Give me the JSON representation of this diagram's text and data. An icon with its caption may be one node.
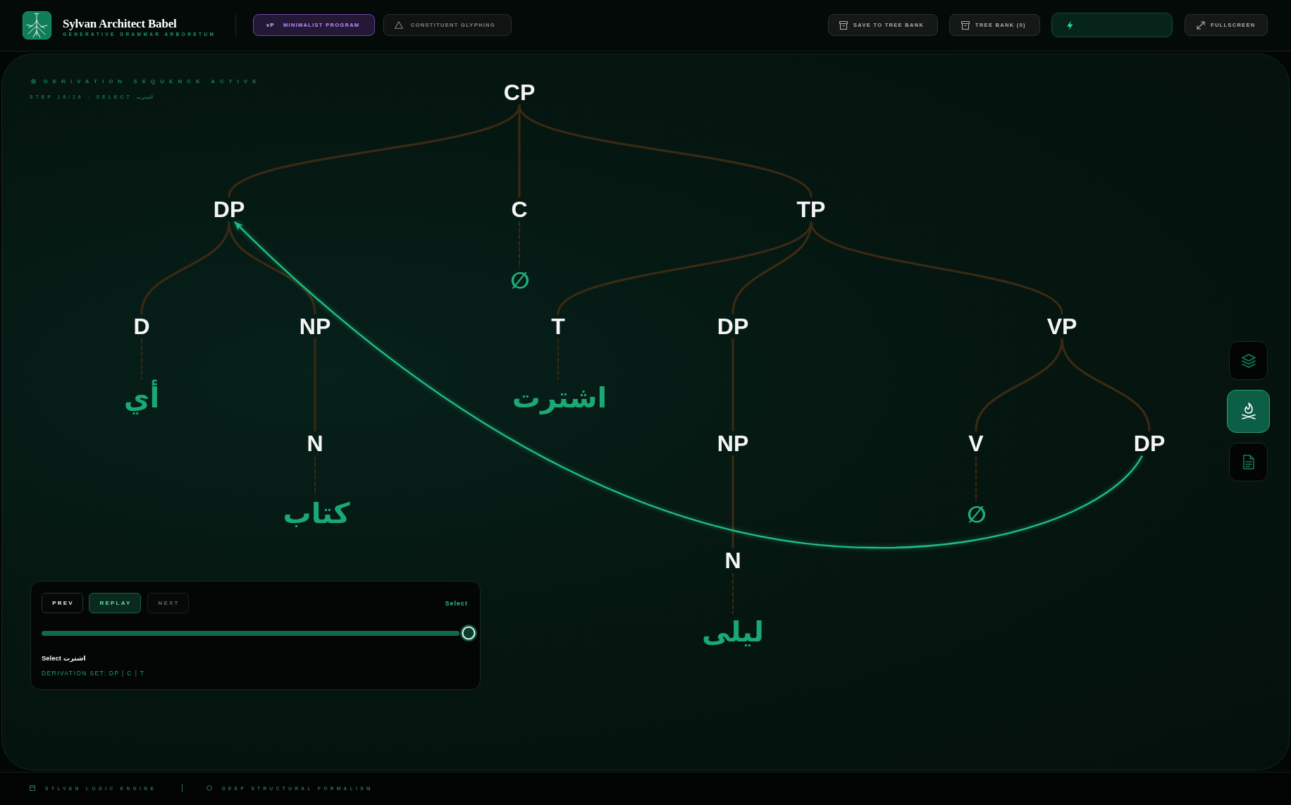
{
  "diagram": {
    "nodes": [
      {
        "text": [
          "CP"
        ]
      },
      {
        "text": [
          "DP"
        ]
      },
      {
        "text": [
          "C"
        ]
      },
      {
        "text": [
          "TP"
        ]
      },
      {
        "text": [
          "∅"
        ]
      },
      {
        "text": [
          "D"
        ]
      },
      {
        "text": [
          "NP"
        ]
      },
      {
        "text": [
          "T"
        ]
      },
      {
        "text": [
          "DP"
        ]
      },
      {
        "text": [
          "VP"
        ]
      },
      {
        "text": [
          "أي"
        ]
      },
      {
        "text": [
          "اشترت"
        ]
      },
      {
        "text": [
          "N"
        ]
      },
      {
        "text": [
          "NP"
        ]
      },
      {
        "text": [
          "V"
        ]
      },
      {
        "text": [
          "DP"
        ]
      },
      {
        "text": [
          "كتاب"
        ]
      },
      {
        "text": [
          "∅"
        ]
      },
      {
        "text": [
          "N"
        ]
      },
      {
        "text": [
          "ليلى"
        ]
      }
    ],
    "edges": [
      {
        "from": 0,
        "to": 1,
        "arrow": "none"
      },
      {
        "from": 0,
        "to": 2,
        "arrow": "none"
      },
      {
        "from": 0,
        "to": 3,
        "arrow": "none"
      },
      {
        "from": 1,
        "to": 5,
        "arrow": "none"
      },
      {
        "from": 1,
        "to": 6,
        "arrow": "none"
      },
      {
        "from": 2,
        "to": 4,
        "arrow": "none",
        "style": "dashed"
      },
      {
        "from": 3,
        "to": 7,
        "arrow": "none"
      },
      {
        "from": 3,
        "to": 8,
        "arrow": "none"
      },
      {
        "from": 3,
        "to": 9,
        "arrow": "none"
      },
      {
        "from": 5,
        "to": 10,
        "arrow": "none",
        "style": "dashed"
      },
      {
        "from": 6,
        "to": 12,
        "arrow": "none"
      },
      {
        "from": 7,
        "to": 11,
        "arrow": "none",
        "style": "dashed"
      },
      {
        "from": 8,
        "to": 13,
        "arrow": "none"
      },
      {
        "from": 9,
        "to": 14,
        "arrow": "none"
      },
      {
        "from": 9,
        "to": 15,
        "arrow": "none"
      },
      {
        "from": 12,
        "to": 16,
        "arrow": "none",
        "style": "dashed"
      },
      {
        "from": 13,
        "to": 18,
        "arrow": "none"
      },
      {
        "from": 14,
        "to": 17,
        "arrow": "none",
        "style": "dashed"
      },
      {
        "from": 18,
        "to": 19,
        "arrow": "none",
        "style": "dashed"
      },
      {
        "from": 15,
        "to": 1,
        "arrow": "to",
        "color": "#1fbf86"
      }
    ],
    "labels": [
      "Sylvan Architect Babel",
      "GENERATIVE GRAMMAR ARBORETUM",
      "vP",
      "MINIMALIST PROGRAM",
      "CONSTITUENT GLYPHING",
      "SAVE TO TREE BANK",
      "TREE BANK (0)",
      "FULLSCREEN",
      "DERIVATION SEQUENCE ACTIVE",
      "STEP 16/16 - SELECT اشترت",
      "PREV",
      "REPLAY",
      "NEXT",
      "Select",
      "Select اشترت",
      "DERIVATION SET: DP | C | T",
      "SYLVAN LOGIC ENGINE",
      "DEEP STRUCTURAL FORMALISM"
    ]
  }
}
